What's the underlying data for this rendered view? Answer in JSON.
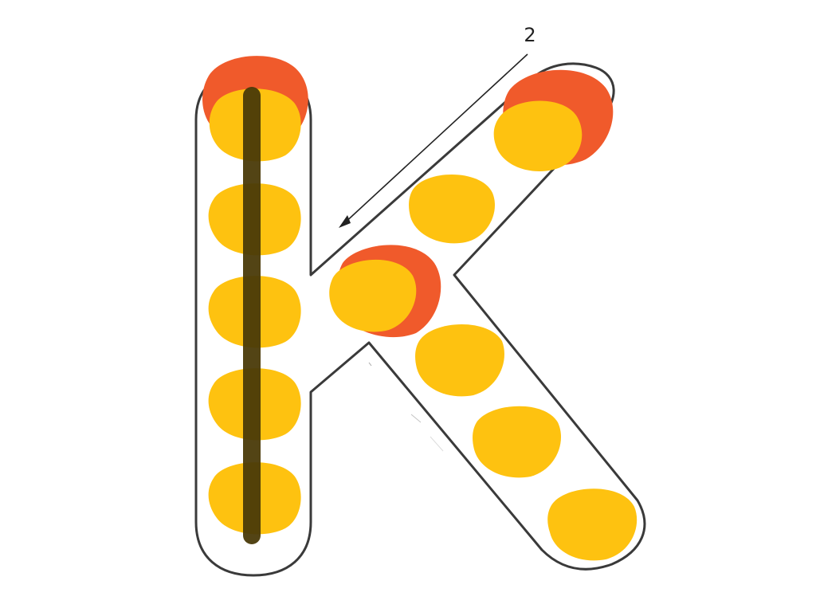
{
  "activity": {
    "letter": "K",
    "stroke_number_label": "2"
  },
  "colors": {
    "background": "#ffffff",
    "outline": "#3a3a3a",
    "dot": "#FEC210",
    "dot_start": "#F05A2B",
    "traced_line": "#4A3A08",
    "arrow": "#222222"
  },
  "strokes": [
    {
      "id": 1,
      "status": "traced",
      "dot_count": 5
    },
    {
      "id": 2,
      "status": "current",
      "dot_count": 3,
      "direction": "down-left"
    },
    {
      "id": 3,
      "status": "pending",
      "dot_count": 4
    }
  ],
  "icons": {
    "stroke_start_marker": "start-dot-icon",
    "direction_arrow": "arrow-down-left-icon"
  }
}
